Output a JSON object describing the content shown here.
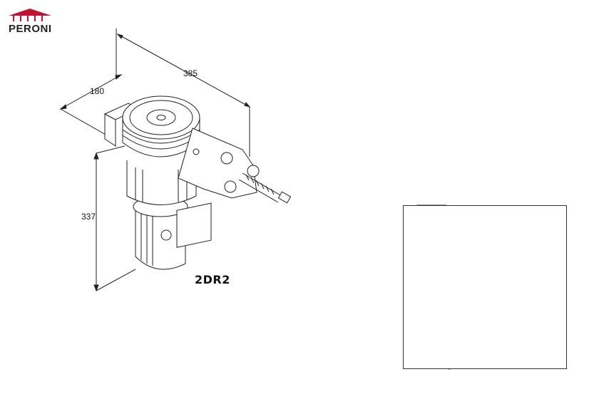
{
  "logo": {
    "brand": "PERONI",
    "roof_color": "#c8102e"
  },
  "dimensions": {
    "length": "385",
    "width": "180",
    "height": "337"
  },
  "model": "2DR2",
  "colors": {
    "line": "#222222",
    "belt": "#333333",
    "arrow": "#111111"
  }
}
